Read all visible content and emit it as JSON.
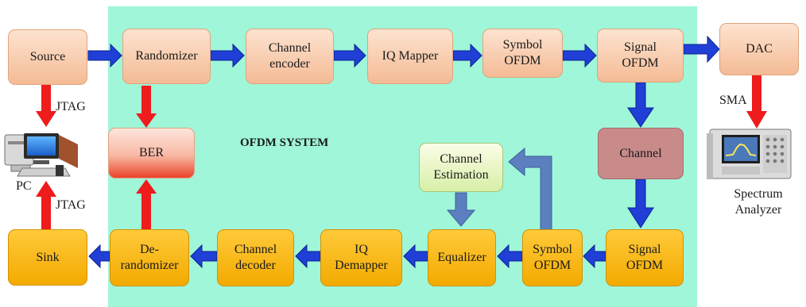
{
  "title": "OFDM SYSTEM",
  "blocks": {
    "source": "Source",
    "randomizer": "Randomizer",
    "channel_encoder": "Channel\nencoder",
    "iq_mapper": "IQ Mapper",
    "symbol_ofdm_tx": "Symbol\nOFDM",
    "signal_ofdm_tx": "Signal\nOFDM",
    "dac": "DAC",
    "ber": "BER",
    "channel": "Channel",
    "channel_estimation": "Channel\nEstimation",
    "sink": "Sink",
    "derandomizer": "De-\nrandomizer",
    "channel_decoder": "Channel\ndecoder",
    "iq_demapper": "IQ\nDemapper",
    "equalizer": "Equalizer",
    "symbol_ofdm_rx": "Symbol\nOFDM",
    "signal_ofdm_rx": "Signal\nOFDM"
  },
  "labels": {
    "jtag_top": "JTAG",
    "jtag_bottom": "JTAG",
    "pc": "PC",
    "sma": "SMA",
    "spectrum_analyzer": "Spectrum\nAnalyzer"
  },
  "icons": [
    "pc-icon",
    "spectrum-analyzer-icon"
  ],
  "colors": {
    "system_background": "#9ff6d8",
    "data_arrow": "#1f3fd6",
    "control_arrow": "#ee1c1c",
    "feedback_arrow": "#5b7fbf"
  }
}
